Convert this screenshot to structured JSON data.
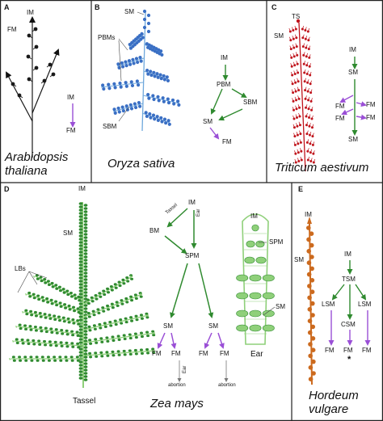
{
  "colors": {
    "border": "#222222",
    "arabidopsis": "#1a1a1a",
    "rice_stem": "#6fa8dc",
    "rice_node": "#3a6fc4",
    "wheat": "#c0141c",
    "maize_stem": "#8fd07a",
    "maize_node": "#2f8a2f",
    "barley": "#cc6a1e",
    "arrow_green": "#2f8a2f",
    "arrow_purple": "#9a4fd6"
  },
  "panels": {
    "A": {
      "letter": "A",
      "species": [
        "Arabidopsis",
        "thaliana"
      ],
      "labels": {
        "im": "IM",
        "fm": "FM"
      },
      "flow": {
        "top": "IM",
        "bottom": "FM"
      }
    },
    "B": {
      "letter": "B",
      "species": "Oryza sativa",
      "labels": {
        "sm": "SM",
        "pbms": "PBMs",
        "sbm": "SBM"
      },
      "flow": {
        "im": "IM",
        "pbm": "PBM",
        "sbm": "SBM",
        "sm": "SM",
        "fm": "FM"
      }
    },
    "C": {
      "letter": "C",
      "species": "Triticum aestivum",
      "labels": {
        "ts": "TS",
        "sm": "SM"
      },
      "flow": {
        "im": "IM",
        "sm_top": "SM",
        "fm1": "FM",
        "fm2": "FM",
        "fm3": "FM",
        "fm4": "FM",
        "sm_bottom": "SM"
      }
    },
    "D": {
      "letter": "D",
      "species": "Zea mays",
      "labels": {
        "im": "IM",
        "sm": "SM",
        "lbs": "LBs",
        "tassel": "Tassel",
        "ear": "Ear",
        "ear_im": "IM",
        "ear_spm": "SPM",
        "ear_sm": "SM"
      },
      "flow": {
        "im": "IM",
        "bm": "BM",
        "spm": "SPM",
        "tassel_arrow": "Tassel",
        "ear_arrow": "Ear",
        "sm_left": "SM",
        "sm_right": "SM",
        "fm1": "FM",
        "fm2": "FM",
        "fm3": "FM",
        "fm4": "FM",
        "ear_note": "Ear",
        "abortion1": "abortion",
        "abortion2": "abortion"
      }
    },
    "E": {
      "letter": "E",
      "species": [
        "Hordeum",
        "vulgare"
      ],
      "labels": {
        "im": "IM",
        "sm": "SM"
      },
      "flow": {
        "im": "IM",
        "tsm": "TSM",
        "lsm_left": "LSM",
        "lsm_right": "LSM",
        "csm": "CSM",
        "fm1": "FM",
        "fm2": "FM",
        "fm3": "FM",
        "star": "*"
      }
    }
  }
}
